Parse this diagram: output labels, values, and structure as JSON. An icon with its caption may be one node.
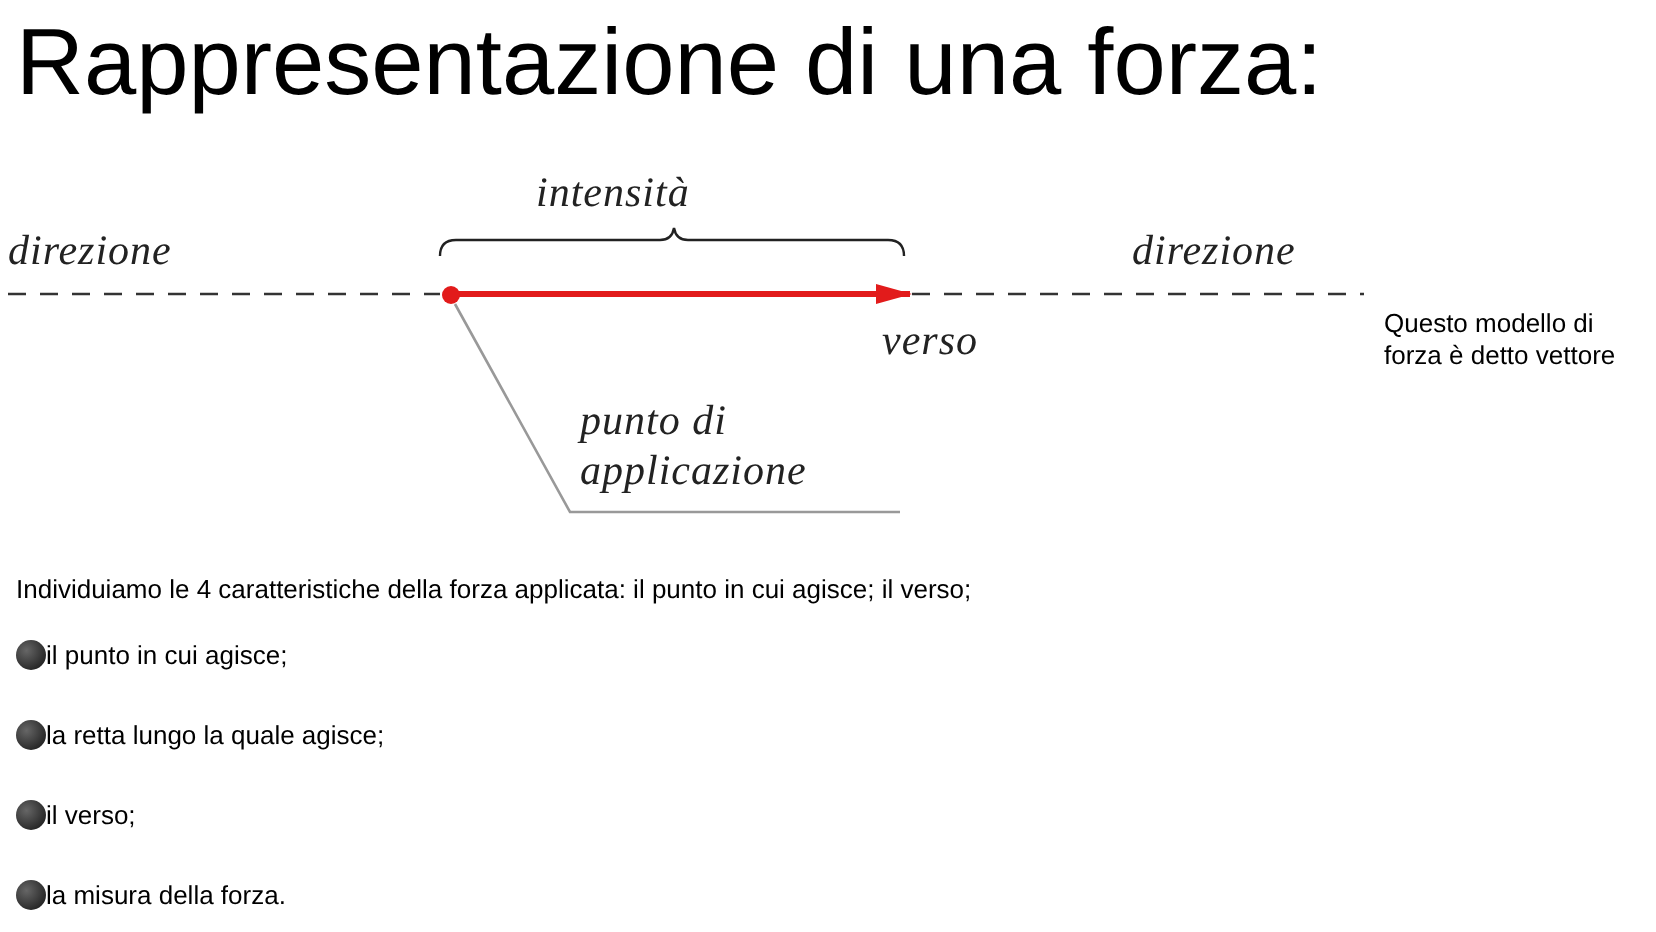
{
  "diagram": {
    "title": "Rappresentazione di una forza:",
    "nodes": [
      {
        "text": [
          "punto di applicazione"
        ]
      },
      {
        "text": [],
        "shape": "circle"
      }
    ],
    "edges": [
      {
        "from": 0,
        "to": 1,
        "arrow": "none"
      }
    ],
    "labels": [
      "intensità",
      "direzione",
      "direzione",
      "verso",
      "Questo modello di forza è detto vettore",
      "Individuiamo le 4 caratteristiche della forza applicata: il punto in cui agisce; il verso;",
      "il punto in cui agisce;",
      "la retta lungo la quale agisce;",
      "il verso;",
      "la misura della forza."
    ]
  }
}
